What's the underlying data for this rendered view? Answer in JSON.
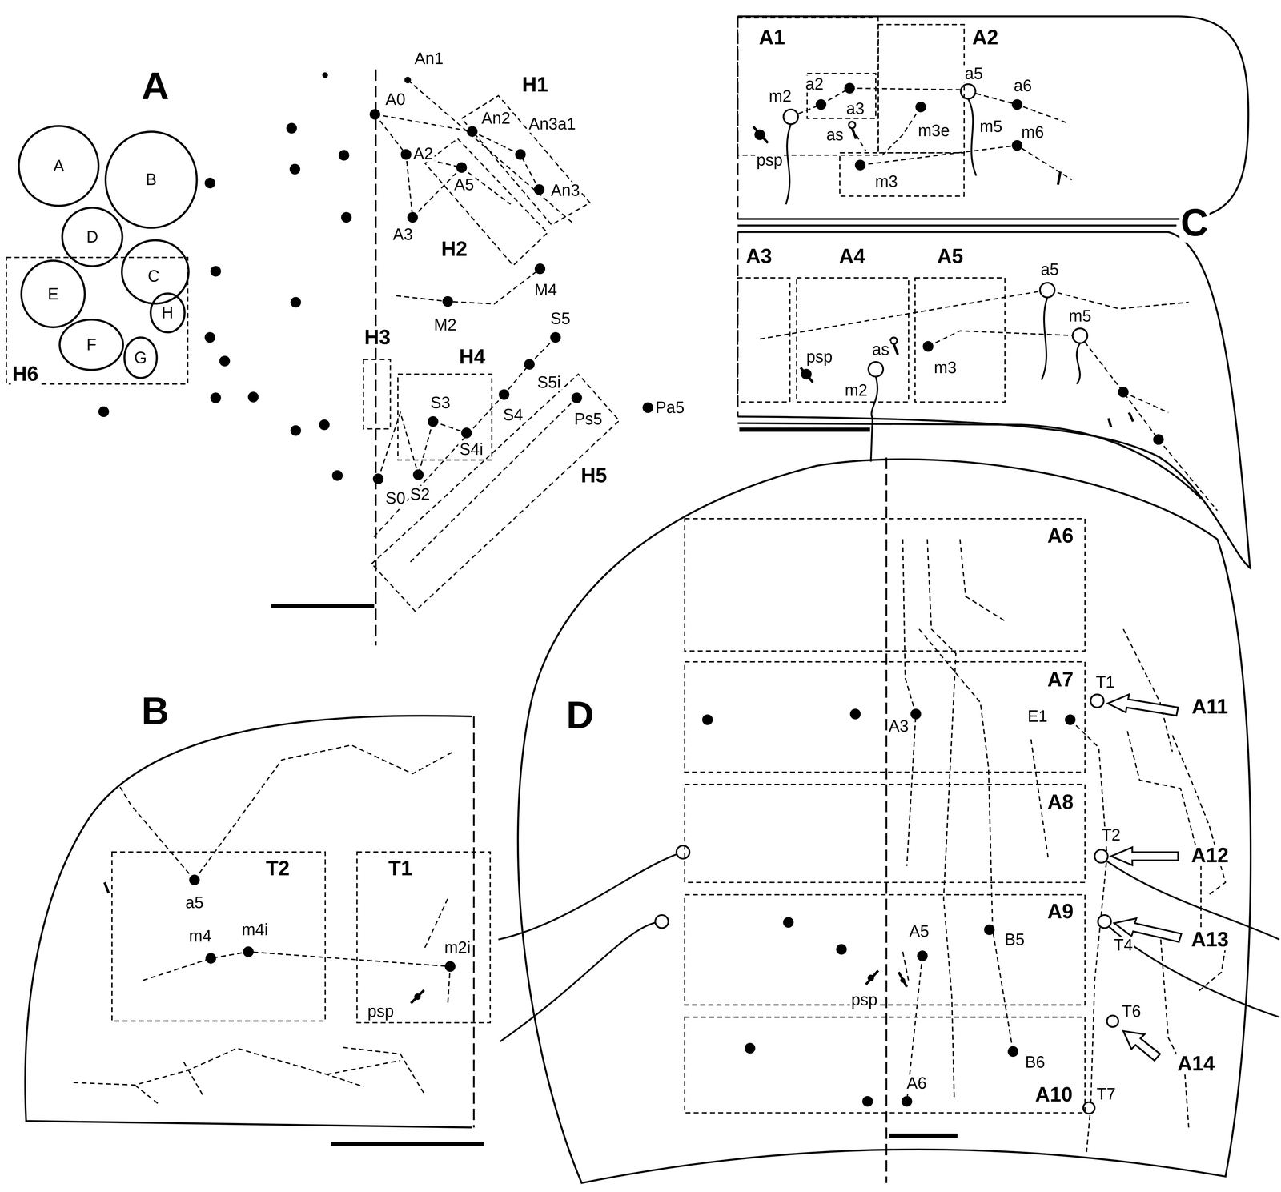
{
  "diagram": {
    "nodes": [
      {
        "text": [
          "A"
        ]
      },
      {
        "text": [
          "B"
        ]
      },
      {
        "text": [
          "D"
        ]
      },
      {
        "text": [
          "C"
        ]
      },
      {
        "text": [
          "H6"
        ]
      },
      {
        "text": [
          "E"
        ],
        "in": 4
      },
      {
        "text": [
          "H"
        ],
        "in": 4
      },
      {
        "text": [
          "F"
        ],
        "in": 4
      },
      {
        "text": [
          "G"
        ],
        "in": 4
      },
      {
        "text": [
          "H1"
        ]
      },
      {
        "text": [
          "H2"
        ]
      },
      {
        "text": [
          "H3"
        ]
      },
      {
        "text": [
          "H4"
        ]
      },
      {
        "text": [
          "H5"
        ]
      },
      {
        "text": [
          "A1"
        ]
      },
      {
        "text": [
          "A2"
        ]
      },
      {
        "text": [
          "A3"
        ]
      },
      {
        "text": [
          "A4"
        ]
      },
      {
        "text": [
          "A5"
        ]
      },
      {
        "text": [
          "T2"
        ]
      },
      {
        "text": [
          "T1"
        ]
      },
      {
        "text": [
          "A6"
        ]
      },
      {
        "text": [
          "A7"
        ]
      },
      {
        "text": [
          "A8"
        ]
      },
      {
        "text": [
          "A9"
        ]
      },
      {
        "text": [
          "A10"
        ]
      }
    ],
    "labels": [
      "A",
      "An1",
      "A0",
      "An2",
      "An3a1",
      "A2",
      "A5",
      "An3",
      "A3",
      "M4",
      "M2",
      "S5",
      "S5i",
      "S4",
      "Ps5",
      "Pa5",
      "S3",
      "S4i",
      "S0",
      "S2",
      "C",
      "m2",
      "a2",
      "a3",
      "a5",
      "a6",
      "as",
      "psp",
      "m3e",
      "m5",
      "m6",
      "m3",
      "a5",
      "m5",
      "as",
      "psp",
      "m2",
      "m3",
      "B",
      "a5",
      "m4",
      "m4i",
      "m2i",
      "psp",
      "D",
      "A3",
      "E1",
      "T1",
      "A11",
      "T2",
      "A12",
      "A5",
      "B5",
      "A13",
      "T4",
      "psp",
      "T6",
      "A14",
      "B6",
      "A6",
      "T7"
    ]
  }
}
